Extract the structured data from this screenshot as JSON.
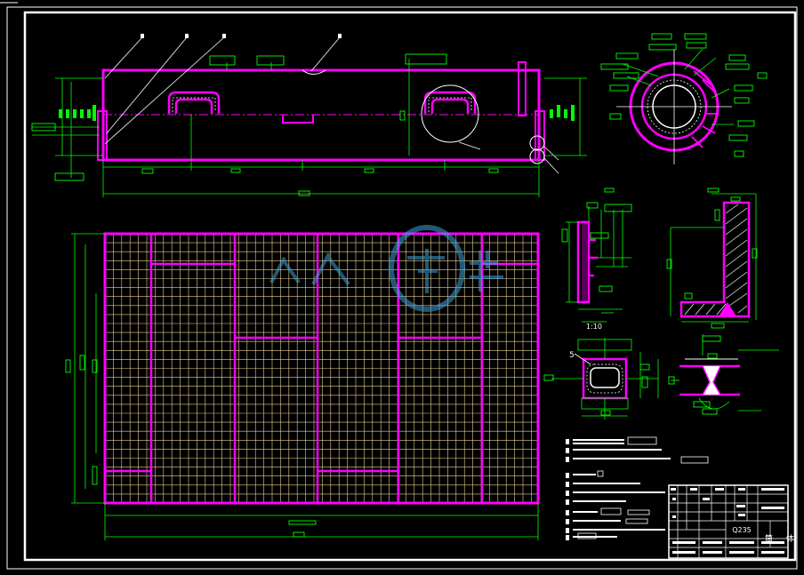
{
  "drawing": {
    "title_block": {
      "material": "Q235",
      "part_name": "筒 体"
    },
    "detail_labels": {
      "ratio": "1:10",
      "item_number": "5"
    },
    "colors": {
      "background": "#000000",
      "frame": "#ffffff",
      "outline": "#ff00ff",
      "dimension": "#00ff00",
      "grid": "#e8d090",
      "hatch": "#ffffff",
      "watermark": "#3fa0d8"
    }
  }
}
